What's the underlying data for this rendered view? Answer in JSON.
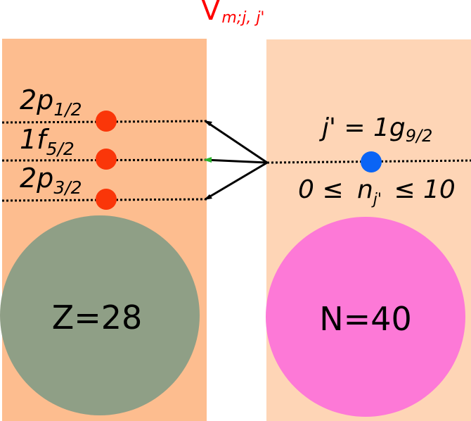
{
  "title": {
    "main": "V",
    "sub": "m;j, j'"
  },
  "proton": {
    "levels": [
      {
        "main": "2p",
        "sub": "1/2"
      },
      {
        "main": "1f",
        "sub": "5/2"
      },
      {
        "main": "2p",
        "sub": "3/2"
      }
    ],
    "core_label": "Z=28"
  },
  "neutron": {
    "level": {
      "prefix": "j' = 1g",
      "sub": "9/2"
    },
    "occupancy": {
      "left": "0 ≤ ",
      "var": "n",
      "sub": "j'",
      "right": " ≤ 10"
    },
    "core_label": "N=40"
  },
  "colors": {
    "title": "#ff0000",
    "proton_panel": "#fdbd8f",
    "neutron_panel": "#fed5b6",
    "proton_core": "#8f9f86",
    "neutron_core": "#fd79d7",
    "proton_particle": "#fa3609",
    "neutron_particle": "#0a64f5",
    "arrow_tip_accent": "#2db52d"
  }
}
